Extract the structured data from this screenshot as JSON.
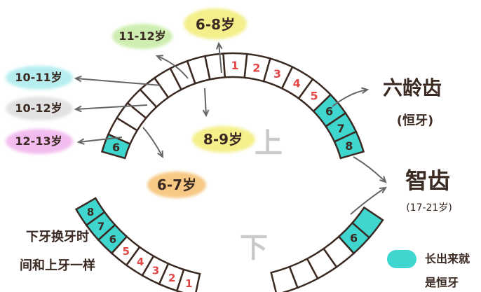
{
  "colors": {
    "cyan": "#3fd6d0",
    "red": "#e04848",
    "ink": "#3b2a22",
    "arrow": "#666666"
  },
  "age_labels": [
    {
      "id": "6-8",
      "text": "6-8岁",
      "color": "#f3ef8a"
    },
    {
      "id": "11-12",
      "text": "11-12岁",
      "color": "#cdeeb0"
    },
    {
      "id": "10-11",
      "text": "10-11岁",
      "color": "#b6eef0"
    },
    {
      "id": "10-12",
      "text": "10-12岁",
      "color": "#e2e2e2"
    },
    {
      "id": "12-13",
      "text": "12-13岁",
      "color": "#f2bdee"
    },
    {
      "id": "8-9",
      "text": "8-9岁",
      "color": "#f5f08a"
    },
    {
      "id": "6-7",
      "text": "6-7岁",
      "color": "#f7c984"
    }
  ],
  "upper_numbers": [
    "1",
    "2",
    "3",
    "4",
    "5",
    "6",
    "7",
    "8"
  ],
  "upper_left_numbers": [
    "6"
  ],
  "lower_left_numbers": [
    "8",
    "7",
    "6",
    "5",
    "4",
    "3",
    "2",
    "1"
  ],
  "lower_right_numbers": [
    "6"
  ],
  "right_labels": {
    "six_year_molar": "六龄齿",
    "six_year_molar_note": "(恒牙)",
    "wisdom_tooth": "智齿",
    "wisdom_tooth_note": "(17-21岁)"
  },
  "jaw_labels": {
    "upper": "上",
    "lower": "下"
  },
  "note_lines": [
    "下牙换牙时",
    "间和上牙一样"
  ],
  "legend_text": [
    "长出来就",
    "是恒牙"
  ]
}
